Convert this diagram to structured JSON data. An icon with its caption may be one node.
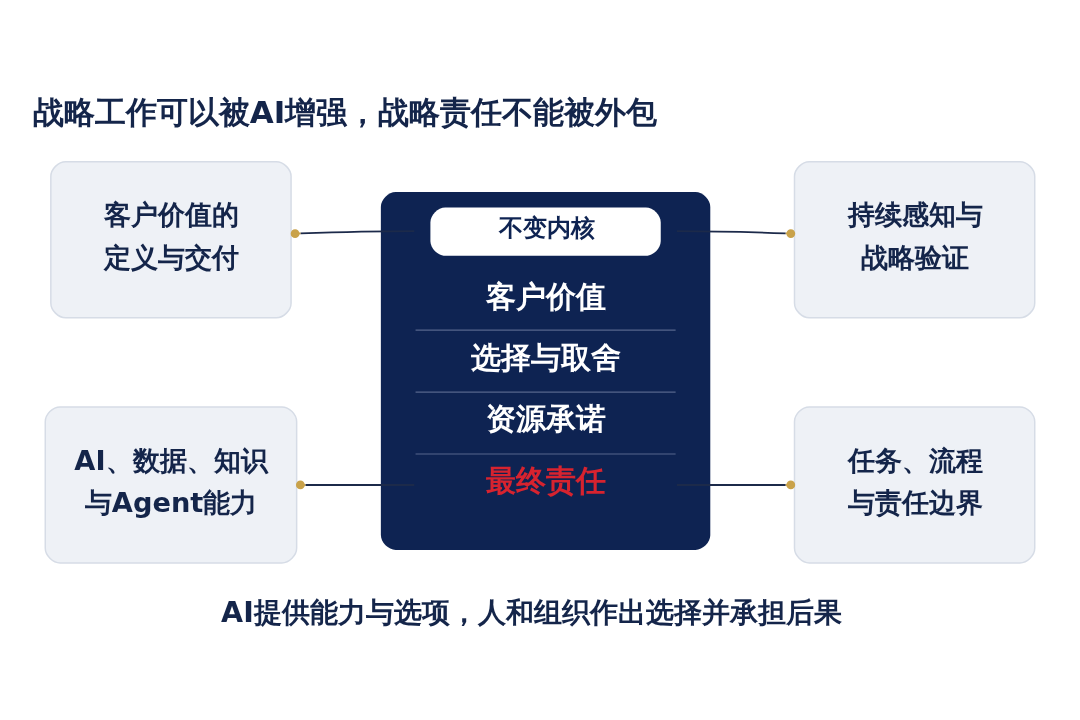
{
  "diagram": {
    "title": "战略工作可以被AI增强，战略责任不能被外包",
    "caption": "AI提供能力与选项，人和组织作出选择并承担后果",
    "nodes": [
      {
        "text": [
          "客户价值的定义与交付"
        ]
      },
      {
        "text": [
          "不变内核",
          "客户价值",
          "选择与取舍",
          "资源承诺",
          "最终责任"
        ]
      },
      {
        "text": [
          "持续感知与战略验证"
        ]
      },
      {
        "text": [
          "AI、数据、知识与Agent能力"
        ]
      },
      {
        "text": [
          "任务、流程与责任边界"
        ]
      }
    ],
    "edges": [
      {
        "from": 0,
        "to": 1,
        "arrow": "other"
      },
      {
        "from": 2,
        "to": 1,
        "arrow": "other"
      },
      {
        "from": 3,
        "to": 1,
        "arrow": "other"
      },
      {
        "from": 4,
        "to": 1,
        "arrow": "other"
      }
    ]
  }
}
